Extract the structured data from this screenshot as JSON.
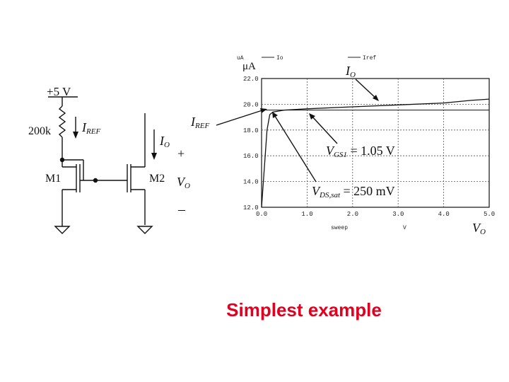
{
  "colors": {
    "caption": "#e00020",
    "ink": "#111111",
    "grid": "#555555"
  },
  "circuit": {
    "supply": "+5 V",
    "resistor": "200k",
    "iref_label": "I",
    "iref_sub": "REF",
    "io_label": "I",
    "io_sub": "O",
    "m1": "M1",
    "m2": "M2",
    "plus": "+",
    "minus": "–",
    "vo_label": "V",
    "vo_sub": "O"
  },
  "chart_data": {
    "type": "line",
    "unit_label": "uA",
    "y_unit_big": "μA",
    "legend": [
      "Io",
      "Iref"
    ],
    "legend_placement": "top",
    "y_ticks": [
      "22.0",
      "20.0",
      "18.0",
      "16.0",
      "14.0",
      "12.0"
    ],
    "x_ticks": [
      "0.0",
      "1.0",
      "2.0",
      "3.0",
      "4.0",
      "5.0"
    ],
    "xlabel_small": "sweep",
    "x_unit_small": "V",
    "xlabel_big": "V",
    "xlabel_big_sub": "O",
    "xlim": [
      0,
      5
    ],
    "ylim": [
      12,
      22
    ],
    "grid": true,
    "series": [
      {
        "name": "Io",
        "x": [
          0.0,
          0.05,
          0.12,
          0.18,
          0.25,
          0.5,
          1.0,
          2.0,
          3.0,
          4.0,
          4.6,
          5.0
        ],
        "y": [
          12.0,
          14.5,
          18.0,
          19.2,
          19.4,
          19.55,
          19.65,
          19.8,
          19.95,
          20.1,
          20.3,
          20.4
        ]
      },
      {
        "name": "Iref",
        "x": [
          0.0,
          0.05,
          0.1,
          0.15,
          0.2,
          1.0,
          2.0,
          3.0,
          4.0,
          5.0
        ],
        "y": [
          19.6,
          19.6,
          19.55,
          19.55,
          19.55,
          19.55,
          19.55,
          19.55,
          19.55,
          19.55
        ]
      }
    ],
    "annotations": {
      "io": {
        "text": "I",
        "sub": "O"
      },
      "iref": {
        "text": "I",
        "sub": "REF"
      },
      "vgs": {
        "text": "V",
        "sub": "GS1",
        "rest": " = 1.05 V"
      },
      "vds": {
        "text": "V",
        "sub": "DS,sat",
        "rest": " = 250 mV"
      }
    }
  },
  "caption": "Simplest example"
}
